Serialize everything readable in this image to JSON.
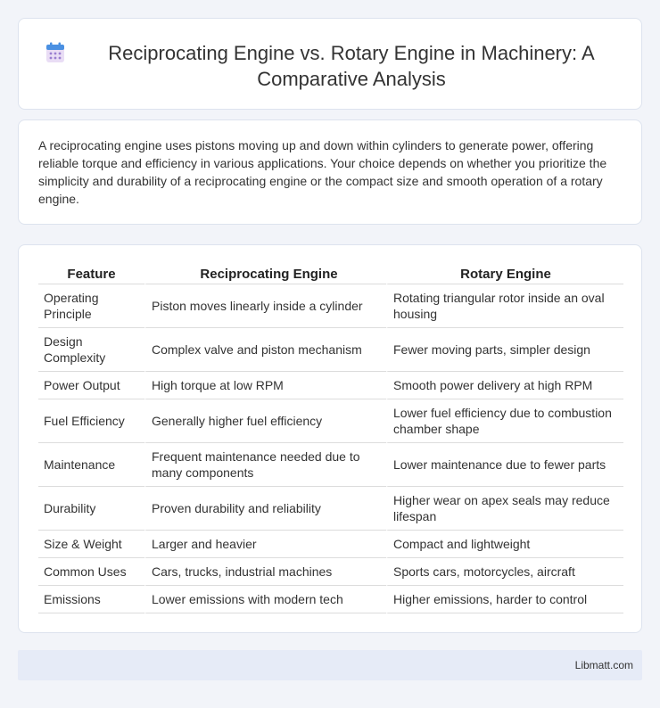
{
  "header": {
    "title": "Reciprocating Engine vs. Rotary Engine in Machinery: A Comparative Analysis",
    "icon": "calendar-icon",
    "icon_colors": {
      "top": "#4a90e2",
      "body": "#e9ddf5",
      "dots": "#9b7fd0"
    }
  },
  "intro": {
    "text": "A reciprocating engine uses pistons moving up and down within cylinders to generate power, offering reliable torque and efficiency in various applications. Your choice depends on whether you prioritize the simplicity and durability of a reciprocating engine or the compact size and smooth operation of a rotary engine."
  },
  "table": {
    "headers": [
      "Feature",
      "Reciprocating Engine",
      "Rotary Engine"
    ],
    "rows": [
      [
        "Operating Principle",
        "Piston moves linearly inside a cylinder",
        "Rotating triangular rotor inside an oval housing"
      ],
      [
        "Design Complexity",
        "Complex valve and piston mechanism",
        "Fewer moving parts, simpler design"
      ],
      [
        "Power Output",
        "High torque at low RPM",
        "Smooth power delivery at high RPM"
      ],
      [
        "Fuel Efficiency",
        "Generally higher fuel efficiency",
        "Lower fuel efficiency due to combustion chamber shape"
      ],
      [
        "Maintenance",
        "Frequent maintenance needed due to many components",
        "Lower maintenance due to fewer parts"
      ],
      [
        "Durability",
        "Proven durability and reliability",
        "Higher wear on apex seals may reduce lifespan"
      ],
      [
        "Size & Weight",
        "Larger and heavier",
        "Compact and lightweight"
      ],
      [
        "Common Uses",
        "Cars, trucks, industrial machines",
        "Sports cars, motorcycles, aircraft"
      ],
      [
        "Emissions",
        "Lower emissions with modern tech",
        "Higher emissions, harder to control"
      ]
    ]
  },
  "footer": {
    "text": "Libmatt.com"
  }
}
